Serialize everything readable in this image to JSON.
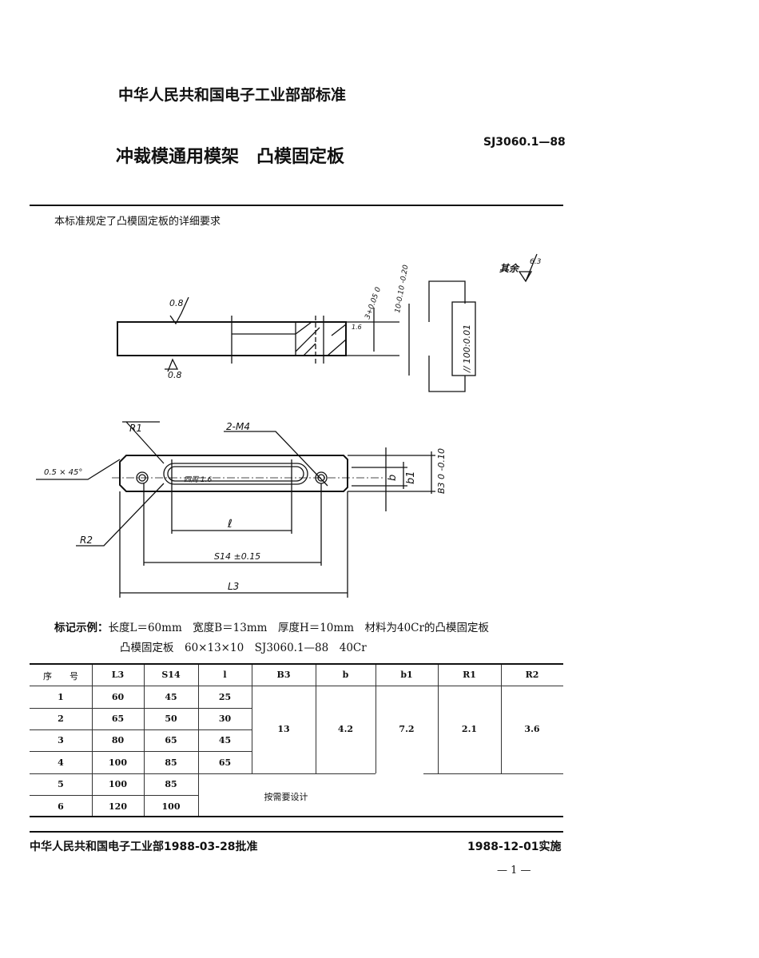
{
  "header": {
    "org_standard": "中华人民共和国电子工业部部标准",
    "title": "冲裁模通用模架　凸模固定板",
    "code": "SJ3060.1—88"
  },
  "intro": "本标准规定了凸模固定板的详细要求",
  "drawing": {
    "roughness_other_label": "其余",
    "roughness_other_value": "6.3",
    "roughness_top": "0.8",
    "roughness_bottom": "0.8",
    "roughness_counterbore": "1.6",
    "dim_depth": "3+0.05 0",
    "dim_thickness": "10-0.10 -0.20",
    "parallelism": "// 100:0.01",
    "label_r1": "R1",
    "label_m4": "2-M4",
    "label_chamfer": "0.5 × 45°",
    "label_r2": "R2",
    "label_l": "ℓ",
    "label_s14": "S14 ±0.15",
    "label_l3": "L3",
    "label_b": "b",
    "label_b1": "b1",
    "label_b3": "B3 0 -0.10",
    "label_slot_roughness": "四周 1.6"
  },
  "marking": {
    "label": "标记示例：",
    "text": "长度L＝60mm　宽度B＝13mm　厚度H＝10mm　材料为40Cr的凸模固定板",
    "example": "凸模固定板　60×13×10　SJ3060.1—88　40Cr"
  },
  "table": {
    "headers": [
      "序　　号",
      "L3",
      "S14",
      "l",
      "B3",
      "b",
      "b1",
      "R1",
      "R2"
    ],
    "rows": [
      [
        "1",
        "60",
        "45",
        "25"
      ],
      [
        "2",
        "65",
        "50",
        "30"
      ],
      [
        "3",
        "80",
        "65",
        "45"
      ],
      [
        "4",
        "100",
        "85",
        "65"
      ],
      [
        "5",
        "100",
        "85"
      ],
      [
        "6",
        "120",
        "100"
      ]
    ],
    "shared": {
      "B3": "13",
      "b": "4.2",
      "b1": "7.2",
      "R1": "2.1",
      "R2": "3.6"
    },
    "note": "按需要设计"
  },
  "footer": {
    "approval": "中华人民共和国电子工业部1988-03-28批准",
    "effective": "1988-12-01实施",
    "page": "— 1 —"
  }
}
